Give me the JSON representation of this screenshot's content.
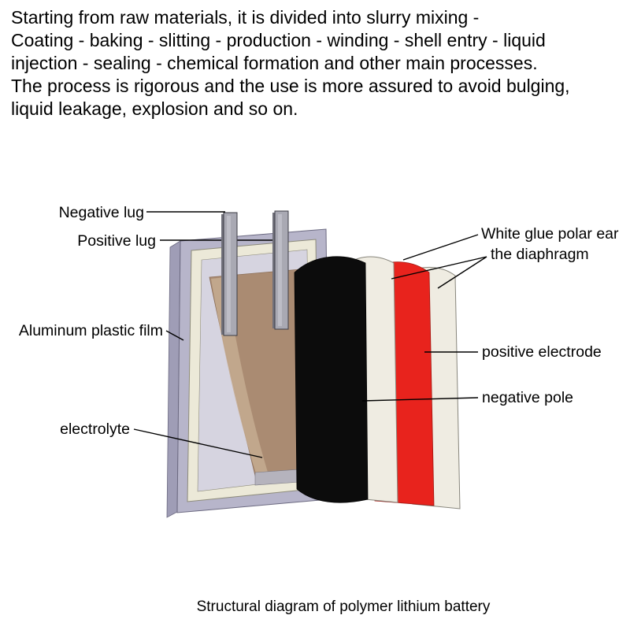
{
  "intro": {
    "lines": [
      "Starting from raw materials, it is divided into slurry mixing -",
      "Coating - baking - slitting - production - winding - shell entry - liquid",
      "injection - sealing - chemical formation and other main processes.",
      "The process is rigorous and the use is more assured to avoid bulging,",
      "liquid leakage, explosion and so on."
    ]
  },
  "diagram": {
    "labels": {
      "negative_lug": "Negative lug",
      "positive_lug": "Positive lug",
      "white_glue_polar_ear": "White glue polar ear",
      "diaphragm": "the diaphragm",
      "aluminum_plastic_film": "Aluminum plastic film",
      "positive_electrode": "positive electrode",
      "negative_pole": "negative pole",
      "electrolyte": "electrolyte"
    },
    "colors": {
      "casing_front": "#b7b5ca",
      "casing_side": "#9f9db6",
      "seal_frame": "#ece9d8",
      "interior": "#d6d4e0",
      "electrolyte_fill": "#aa8b72",
      "lug_fill": "#a9a9b3",
      "negative_layer": "#0c0c0c",
      "separator_layer": "#efece2",
      "positive_layer": "#e8231d"
    }
  },
  "caption": "Structural diagram of polymer lithium battery"
}
